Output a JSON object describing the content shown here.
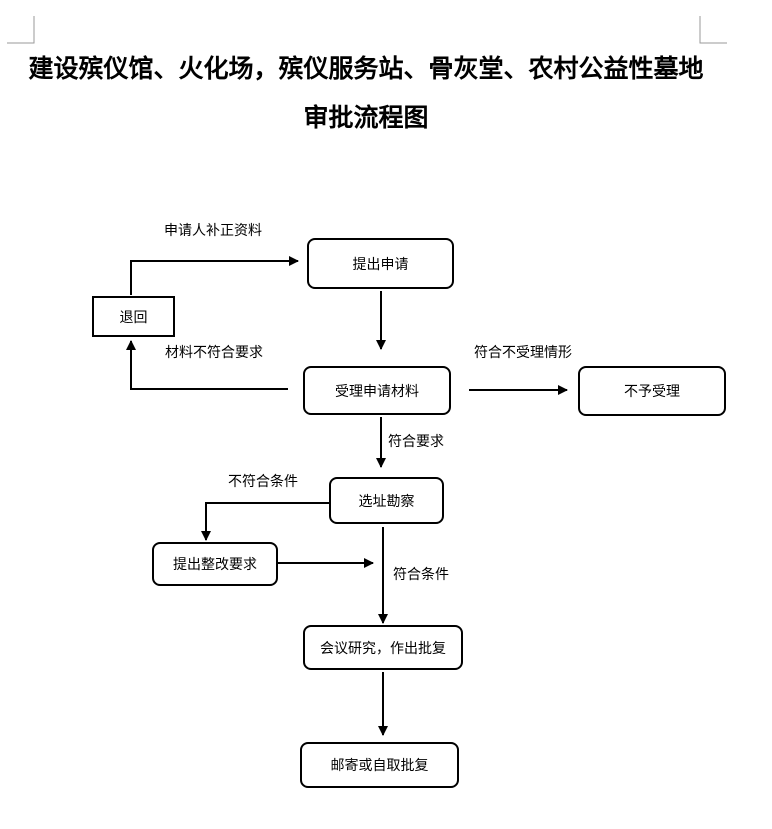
{
  "title": {
    "line1": "建设殡仪馆、火化场，殡仪服务站、骨灰堂、农村公益性墓地",
    "line2": "审批流程图"
  },
  "nodes": {
    "submit": "提出申请",
    "return": "退回",
    "accept": "受理申请材料",
    "reject": "不予受理",
    "survey": "选址勘察",
    "rectify": "提出整改要求",
    "meeting": "会议研究，作出批复",
    "deliver": "邮寄或自取批复"
  },
  "edge_labels": {
    "resubmit": "申请人补正资料",
    "not_meet_material": "材料不符合要求",
    "meets_no_accept": "符合不受理情形",
    "meets_requirements": "符合要求",
    "not_meet_condition": "不符合条件",
    "meets_condition": "符合条件"
  }
}
